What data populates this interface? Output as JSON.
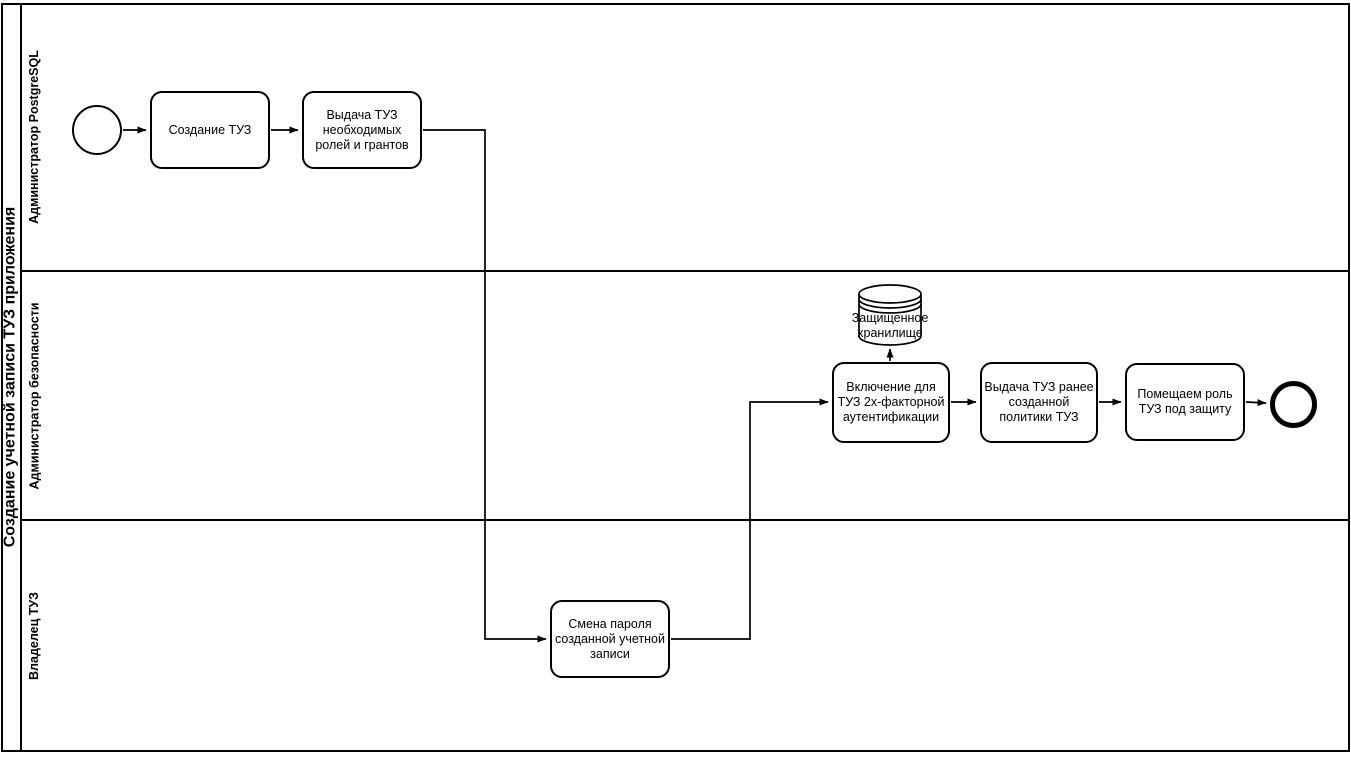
{
  "pool": {
    "title": "Создание учетной записи ТУЗ приложения"
  },
  "lanes": [
    {
      "label": "Администратор PostgreSQL"
    },
    {
      "label": "Администратор безопасности"
    },
    {
      "label": "Владелец ТУЗ"
    }
  ],
  "nodes": {
    "start_event": {
      "type": "start-event"
    },
    "task_create": {
      "label": "Создание ТУЗ"
    },
    "task_grant": {
      "label": "Выдача ТУЗ необходимых ролей и грантов"
    },
    "task_change_password": {
      "label": "Смена пароля созданной учетной записи"
    },
    "task_enable_2fa": {
      "label": "Включение для ТУЗ 2х-факторной аутентификации"
    },
    "task_policy": {
      "label": "Выдача ТУЗ ранее созданной политики ТУЗ"
    },
    "task_protect": {
      "label": "Помещаем роль ТУЗ под защиту"
    },
    "datastore": {
      "label": "Защищенное хранилище"
    },
    "end_event": {
      "type": "end-event"
    }
  },
  "colors": {
    "stroke": "#000000",
    "fill": "#ffffff"
  }
}
